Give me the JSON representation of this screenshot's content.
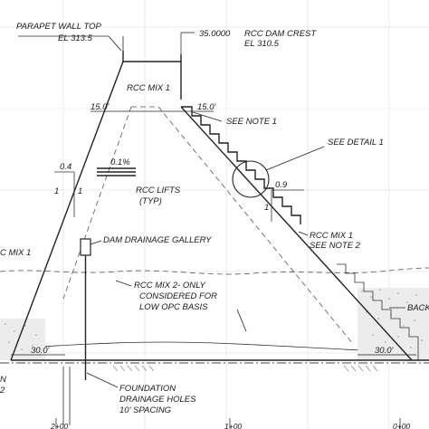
{
  "labels": {
    "parapet_top": "PARAPET WALL TOP",
    "parapet_el": "EL 313.5",
    "crest_width": "35.0000",
    "crest_title": "RCC DAM CREST",
    "crest_el": "EL 310.5",
    "mix1_top": "RCC MIX 1",
    "up_15": "15.0'",
    "down_15": "15.0'",
    "see_note_1": "SEE NOTE 1",
    "see_detail_1": "SEE DETAIL 1",
    "pct": "0.1%",
    "lifts_1": "RCC LIFTS",
    "lifts_2": "(TYP)",
    "slope_up_h": "0.4",
    "slope_up_v": "1",
    "slope_dn_h": "0.9",
    "slope_dn_v": "1",
    "left_1": "1",
    "mix1_left": "C MIX 1",
    "gallery": "DAM DRAINAGE GALLERY",
    "mix1_right_1": "RCC MIX 1",
    "mix1_right_2": "SEE NOTE 2",
    "mix2_1": "RCC MIX 2- ONLY",
    "mix2_2": "CONSIDERED  FOR",
    "mix2_3": "LOW OPC BASIS",
    "backfill": "BACK",
    "base_up": "30.0'",
    "base_dn": "30.0'",
    "found_1": "FOUNDATION",
    "found_2": "DRAINAGE HOLES",
    "found_3": "10' SPACING",
    "left_n": "N",
    "left_2": "2",
    "station_1": "2+00",
    "station_2": "1+00",
    "station_3": "0+00"
  }
}
